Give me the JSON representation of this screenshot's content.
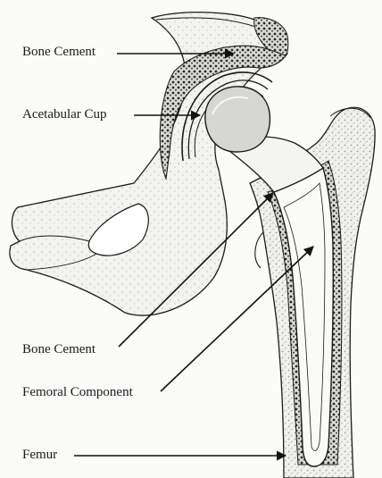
{
  "labels": [
    "Bone Cement",
    "Acetabular Cup",
    "Bone Cement",
    "Femoral Component",
    "Femur"
  ],
  "colors": {
    "ink": "#1a1a1a",
    "paper": "#fbfbfa",
    "bone_fill": "#f1f1ef",
    "stipple": "#555555"
  }
}
